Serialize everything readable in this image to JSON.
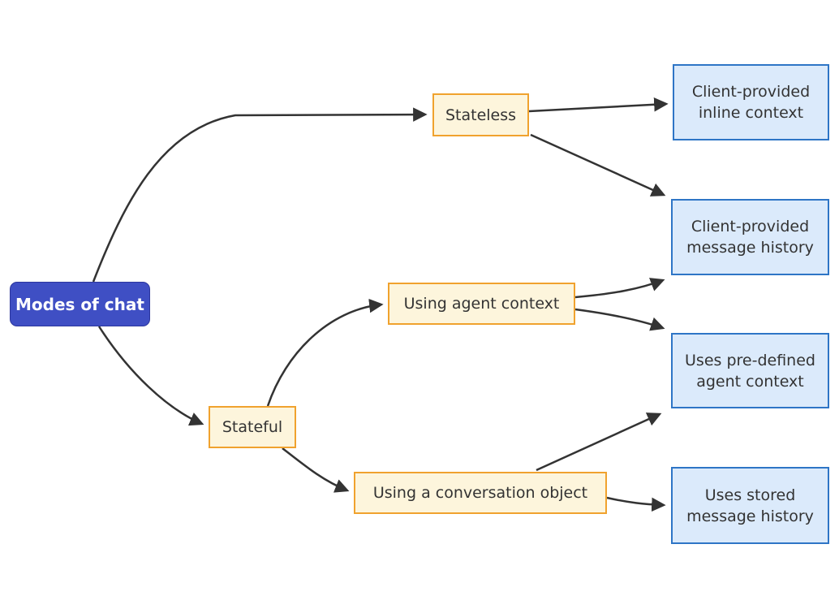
{
  "diagram": {
    "title": "Modes of chat flowchart",
    "type": "flowchart-left-to-right",
    "colors": {
      "background": "#FFFFFF",
      "root_fill": "#3F4FC4",
      "root_border": "#2C379E",
      "root_text": "#FFFFFF",
      "mode_fill": "#FDF5DC",
      "mode_border": "#F0A22E",
      "leaf_fill": "#DBEAFB",
      "leaf_border": "#2E75C6",
      "node_text": "#333333",
      "edge": "#333333"
    },
    "nodes": {
      "modes": {
        "label": "Modes of chat"
      },
      "stateless": {
        "label": "Stateless"
      },
      "stateful": {
        "label": "Stateful"
      },
      "using_agent_context": {
        "label": "Using agent context"
      },
      "using_conversation_object": {
        "label": "Using a conversation object"
      },
      "client_inline": {
        "lines": [
          "Client-provided",
          "inline context"
        ]
      },
      "client_history": {
        "lines": [
          "Client-provided",
          "message history"
        ]
      },
      "predefined_context": {
        "lines": [
          "Uses pre-defined",
          "agent context"
        ]
      },
      "stored_history": {
        "lines": [
          "Uses stored",
          "message history"
        ]
      }
    },
    "edges": [
      {
        "from": "Modes of chat",
        "to": "Stateless"
      },
      {
        "from": "Modes of chat",
        "to": "Stateful"
      },
      {
        "from": "Stateless",
        "to": "Client-provided inline context"
      },
      {
        "from": "Stateless",
        "to": "Client-provided message history"
      },
      {
        "from": "Using agent context",
        "to": "Client-provided message history"
      },
      {
        "from": "Using agent context",
        "to": "Uses pre-defined agent context"
      },
      {
        "from": "Stateful",
        "to": "Using agent context"
      },
      {
        "from": "Stateful",
        "to": "Using a conversation object"
      },
      {
        "from": "Using a conversation object",
        "to": "Uses pre-defined agent context"
      },
      {
        "from": "Using a conversation object",
        "to": "Uses stored message history"
      }
    ]
  }
}
